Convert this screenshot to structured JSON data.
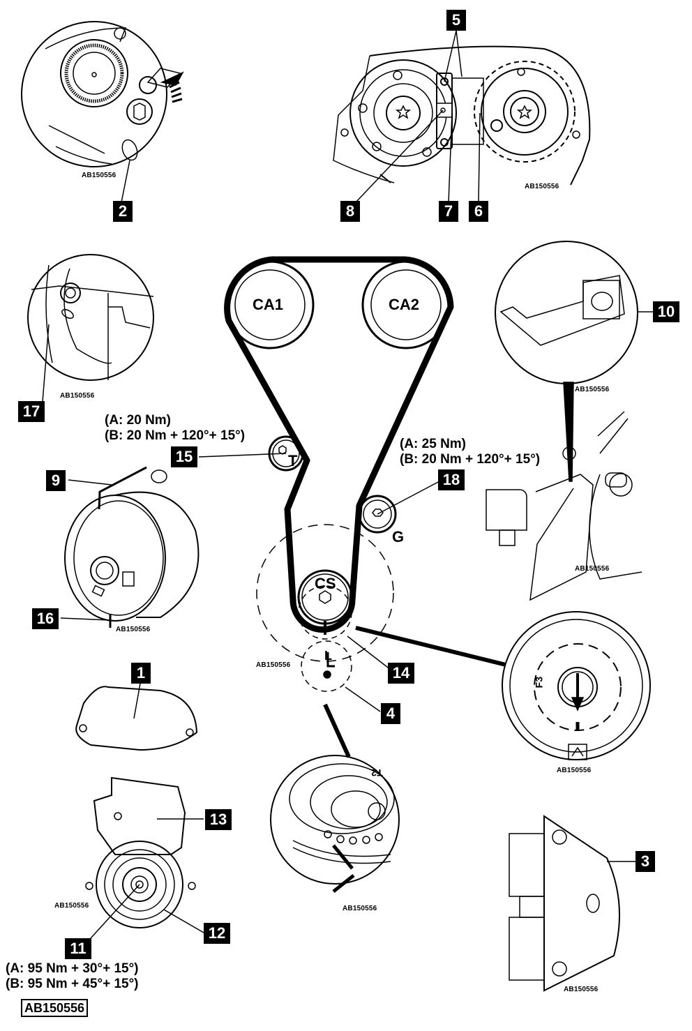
{
  "figure": {
    "reference_code": "AB150556",
    "reference_code_framed": "AB150556"
  },
  "callouts": {
    "c1": "1",
    "c2": "2",
    "c3": "3",
    "c4": "4",
    "c5": "5",
    "c6": "6",
    "c7": "7",
    "c8": "8",
    "c9": "9",
    "c10": "10",
    "c11": "11",
    "c12": "12",
    "c13": "13",
    "c14": "14",
    "c15": "15",
    "c16": "16",
    "c17": "17",
    "c18": "18"
  },
  "pulley_labels": {
    "camshaft_1": "CA1",
    "camshaft_2": "CA2",
    "tensioner": "T",
    "guide": "G",
    "crankshaft": "CS",
    "crank_mark": "L"
  },
  "detail_text": {
    "crank_sprocket_mark": "F3",
    "damper_mark": "T2"
  },
  "torques": {
    "tensioner_bolt": {
      "a": "(A: 20 Nm)",
      "b": "(B: 20 Nm + 120°+ 15°)"
    },
    "guide_pulley_bolt": {
      "a": "(A: 25 Nm)",
      "b": "(B: 20 Nm + 120°+ 15°)"
    },
    "crankshaft_bolt": {
      "a": "(A: 95 Nm + 30°+ 15°)",
      "b": "(B: 95 Nm + 45°+ 15°)"
    }
  }
}
